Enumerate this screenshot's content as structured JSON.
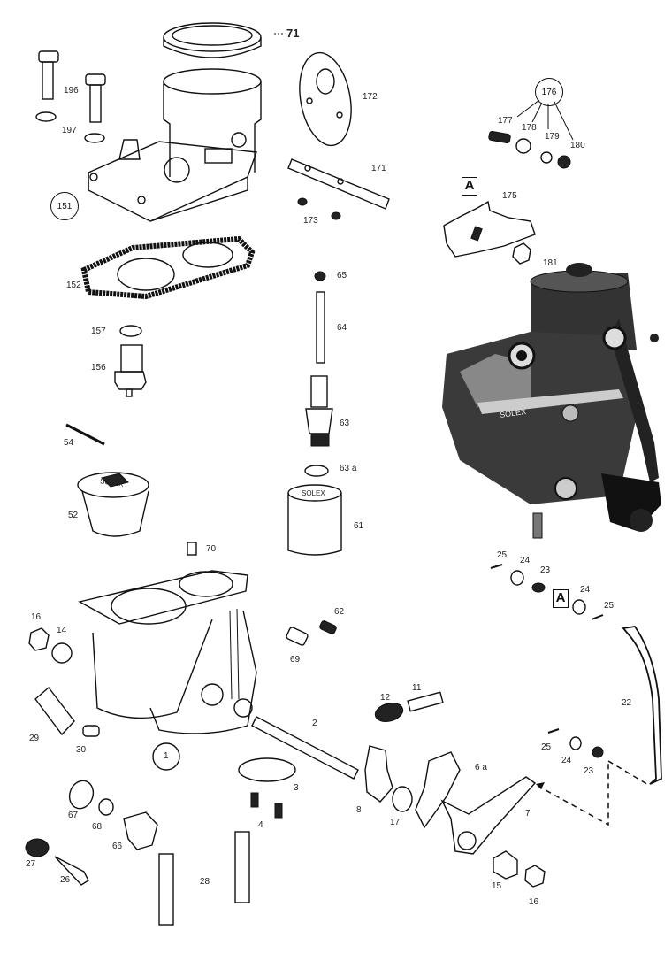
{
  "diagram": {
    "title": "",
    "labels": {
      "p71": "71",
      "p196": "196",
      "p197": "197",
      "p151": "151",
      "p172": "172",
      "p171": "171",
      "p173": "173",
      "p176": "176",
      "p177": "177",
      "p178": "178",
      "p179": "179",
      "p180": "180",
      "boxA1": "A",
      "p175": "175",
      "p181": "181",
      "p152": "152",
      "p157": "157",
      "p156": "156",
      "p65": "65",
      "p64": "64",
      "p63": "63",
      "p63a": "63 a",
      "p61": "61",
      "p54": "54",
      "p52": "52",
      "p70": "70",
      "p16a": "16",
      "p14": "14",
      "p62": "62",
      "p69": "69",
      "p29": "29",
      "p30": "30",
      "p1": "1",
      "p2": "2",
      "p3": "3",
      "p4": "4",
      "p67": "67",
      "p68": "68",
      "p66": "66",
      "p27": "27",
      "p26": "26",
      "p28": "28",
      "p12": "12",
      "p11": "11",
      "p8": "8",
      "p17": "17",
      "p6a": "6 a",
      "p7": "7",
      "p15": "15",
      "p16b": "16",
      "p25a": "25",
      "p24a": "24",
      "p23a": "23",
      "boxA2": "A",
      "p24b": "24",
      "p25b": "25",
      "p22": "22",
      "p25c": "25",
      "p24c": "24",
      "p23b": "23"
    },
    "stamps": {
      "float_bowl_marking": "SOLEX",
      "jet_holder_marking": "SOLEX",
      "carburetor_marking": "SOLEX"
    }
  }
}
